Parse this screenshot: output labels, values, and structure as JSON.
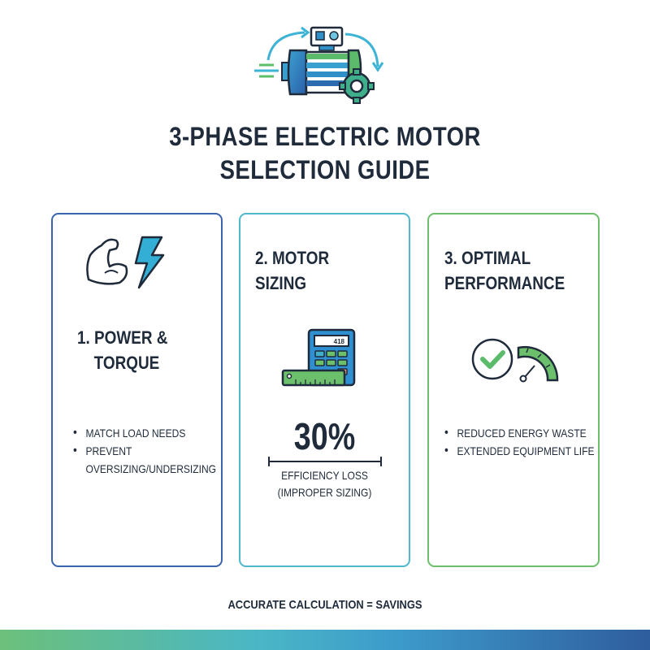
{
  "header": {
    "icon": "motor-gear-icon",
    "title_line1": "3-PHASE ELECTRIC MOTOR",
    "title_line2": "SELECTION GUIDE"
  },
  "cards": [
    {
      "icon": "flexed-arm-lightning-icon",
      "title_line1": "1. POWER &",
      "title_line2": "TORQUE",
      "border_color": "#3a64ad",
      "bullets": [
        "MATCH LOAD NEEDS",
        "PREVENT",
        "OVERSIZING/UNDERSIZING"
      ]
    },
    {
      "icon": "calculator-ruler-icon",
      "title_line1": "2. MOTOR",
      "title_line2": "SIZING",
      "border_color": "#4fb8cc",
      "calculator_display": "418",
      "stat_value": "30%",
      "stat_label_line1": "EFFICIENCY LOSS",
      "stat_label_line2": "(IMPROPER SIZING)"
    },
    {
      "icon": "checkmark-gauge-icon",
      "title_line1": "3. OPTIMAL",
      "title_line2": "PERFORMANCE",
      "border_color": "#6cc06b",
      "bullets": [
        "REDUCED ENERGY WASTE",
        "EXTENDED EQUIPMENT LIFE"
      ]
    }
  ],
  "footer": {
    "text": "ACCURATE CALCULATION = SAVINGS",
    "gradient": [
      "#6cc07a",
      "#4ab6c6",
      "#3d9ccb",
      "#2f5d9e"
    ]
  }
}
